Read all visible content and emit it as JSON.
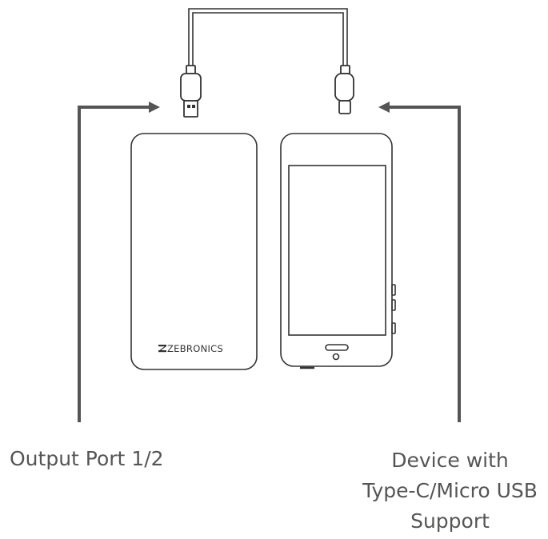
{
  "labels": {
    "output_port": "Output Port 1/2",
    "device_lines": [
      "Device with",
      "Type-C/Micro USB",
      "Support"
    ]
  },
  "brand": {
    "logo_text": "ZEBRONICS"
  },
  "colors": {
    "line": "#333333",
    "arrow": "#555555",
    "text": "#555555",
    "background": "#ffffff"
  },
  "icons": [
    "usb-a-plug-icon",
    "micro-usb-plug-icon",
    "zebronics-logo-icon"
  ]
}
